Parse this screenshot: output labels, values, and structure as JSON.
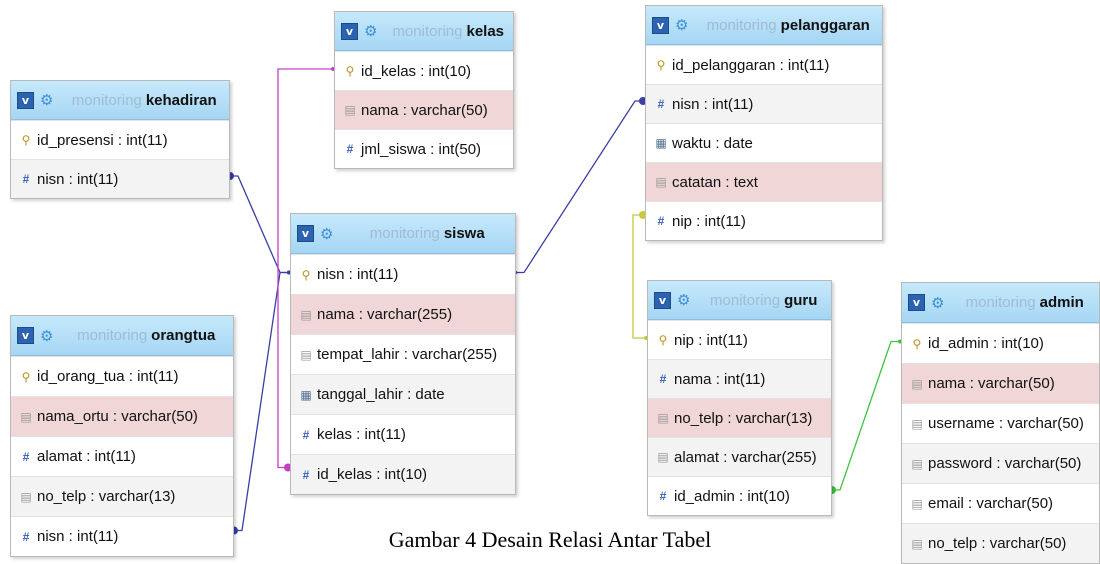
{
  "database": "monitoring",
  "tables": [
    {
      "id": "kelas",
      "name": "kelas",
      "columns": [
        {
          "text": "id_kelas : int(10)",
          "icon": "key"
        },
        {
          "text": "nama : varchar(50)",
          "icon": "string"
        },
        {
          "text": "jml_siswa : int(50)",
          "icon": "number"
        }
      ]
    },
    {
      "id": "pelanggaran",
      "name": "pelanggaran",
      "columns": [
        {
          "text": "id_pelanggaran : int(11)",
          "icon": "key"
        },
        {
          "text": "nisn : int(11)",
          "icon": "number"
        },
        {
          "text": "waktu : date",
          "icon": "date"
        },
        {
          "text": "catatan : text",
          "icon": "string"
        },
        {
          "text": "nip : int(11)",
          "icon": "number"
        }
      ]
    },
    {
      "id": "kehadiran",
      "name": "kehadiran",
      "columns": [
        {
          "text": "id_presensi : int(11)",
          "icon": "key"
        },
        {
          "text": "nisn : int(11)",
          "icon": "number"
        }
      ]
    },
    {
      "id": "siswa",
      "name": "siswa",
      "columns": [
        {
          "text": "nisn : int(11)",
          "icon": "key"
        },
        {
          "text": "nama : varchar(255)",
          "icon": "string"
        },
        {
          "text": "tempat_lahir : varchar(255)",
          "icon": "string"
        },
        {
          "text": "tanggal_lahir : date",
          "icon": "date"
        },
        {
          "text": "kelas : int(11)",
          "icon": "number"
        },
        {
          "text": "id_kelas : int(10)",
          "icon": "number"
        }
      ]
    },
    {
      "id": "orangtua",
      "name": "orangtua",
      "columns": [
        {
          "text": "id_orang_tua : int(11)",
          "icon": "key"
        },
        {
          "text": "nama_ortu : varchar(50)",
          "icon": "string"
        },
        {
          "text": "alamat : int(11)",
          "icon": "number"
        },
        {
          "text": "no_telp : varchar(13)",
          "icon": "string"
        },
        {
          "text": "nisn : int(11)",
          "icon": "number"
        }
      ]
    },
    {
      "id": "guru",
      "name": "guru",
      "columns": [
        {
          "text": "nip : int(11)",
          "icon": "key"
        },
        {
          "text": "nama : int(11)",
          "icon": "number"
        },
        {
          "text": "no_telp : varchar(13)",
          "icon": "string"
        },
        {
          "text": "alamat : varchar(255)",
          "icon": "string"
        },
        {
          "text": "id_admin : int(10)",
          "icon": "number"
        }
      ]
    },
    {
      "id": "admin",
      "name": "admin",
      "columns": [
        {
          "text": "id_admin : int(10)",
          "icon": "key"
        },
        {
          "text": "nama : varchar(50)",
          "icon": "string"
        },
        {
          "text": "username : varchar(50)",
          "icon": "string"
        },
        {
          "text": "password : varchar(50)",
          "icon": "string"
        },
        {
          "text": "email : varchar(50)",
          "icon": "string"
        },
        {
          "text": "no_telp : varchar(50)",
          "icon": "string"
        }
      ]
    }
  ],
  "relations": [
    {
      "from": "kehadiran.nisn",
      "to": "siswa.nisn",
      "color": "#3a3fa6"
    },
    {
      "from": "orangtua.nisn",
      "to": "siswa.nisn",
      "color": "#3a3fa6"
    },
    {
      "from": "pelanggaran.nisn",
      "to": "siswa.nisn",
      "color": "#3a3fa6"
    },
    {
      "from": "siswa.id_kelas",
      "to": "kelas.id_kelas",
      "color": "#c640c6"
    },
    {
      "from": "pelanggaran.nip",
      "to": "guru.nip",
      "color": "#c8c83a"
    },
    {
      "from": "guru.id_admin",
      "to": "admin.id_admin",
      "color": "#3ec43e"
    }
  ],
  "caption": "Gambar 4 Desain Relasi Antar Tabel"
}
